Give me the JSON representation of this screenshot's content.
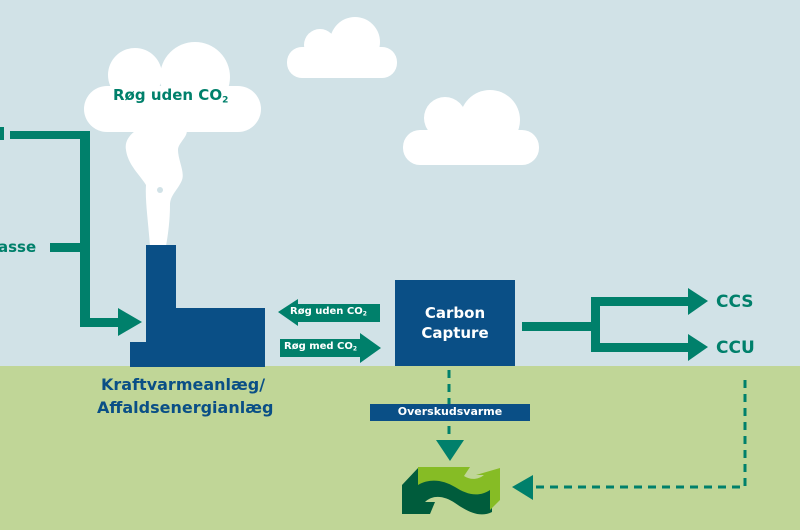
{
  "colors": {
    "sky": "#d1e2e7",
    "ground": "#c0d697",
    "teal": "#00806b",
    "navy": "#0a4f86",
    "white": "#ffffff",
    "logo_dark": "#005c3c",
    "logo_light": "#86bc25"
  },
  "inputs": {
    "top_partial_label": "",
    "biomass_partial_label": "asse"
  },
  "cloud_label": {
    "text": "Røg uden CO",
    "sub": "2"
  },
  "plant": {
    "label_line1": "Kraftvarmeanlæg/",
    "label_line2": "Affaldsenergianlæg"
  },
  "flows": {
    "return_arrow": {
      "text": "Røg uden CO",
      "sub": "2"
    },
    "forward_arrow": {
      "text": "Røg med CO",
      "sub": "2"
    }
  },
  "capture": {
    "line1": "Carbon",
    "line2": "Capture"
  },
  "outputs": {
    "ccs": "CCS",
    "ccu": "CCU"
  },
  "heat": {
    "label": "Overskudsvarme"
  },
  "icons": {
    "logo": "district-heating-logo-icon"
  }
}
